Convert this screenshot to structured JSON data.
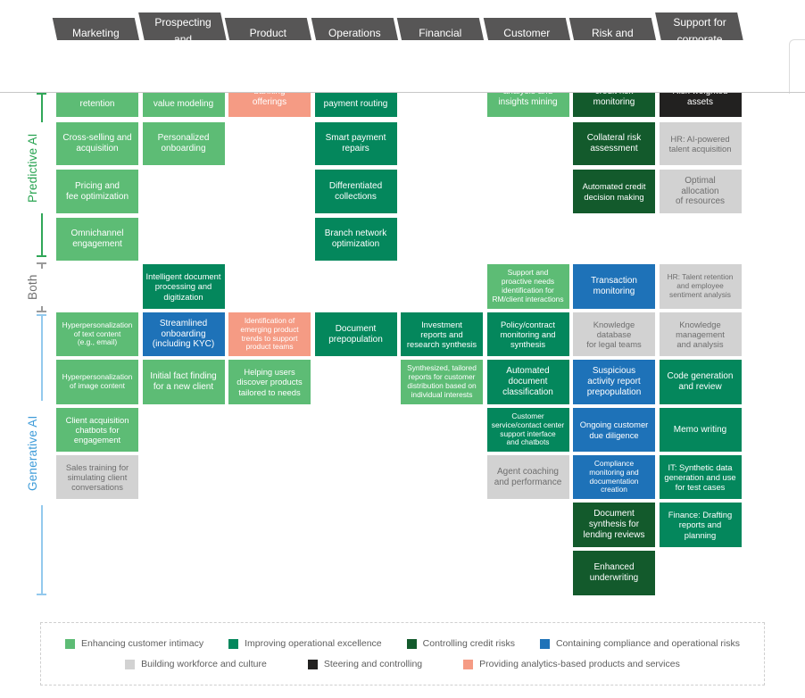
{
  "header": {
    "tabs": [
      {
        "label": "Marketing"
      },
      {
        "label": "Prospecting",
        "label2": "and",
        "tall": true
      },
      {
        "label": "Product"
      },
      {
        "label": "Operations"
      },
      {
        "label": "Financial"
      },
      {
        "label": "Customer"
      },
      {
        "label": "Risk and"
      },
      {
        "label": "Support for",
        "label2": "corporate",
        "tall": true
      }
    ]
  },
  "sections": [
    {
      "label": "Predictive AI"
    },
    {
      "label": "Both"
    },
    {
      "label": "Generative AI"
    }
  ],
  "palette": {
    "green": "#5dbc75",
    "teal": "#04875c",
    "forest": "#135a2c",
    "blue": "#1e72b8",
    "gray": "#d2d2d2",
    "black": "#222120",
    "salmon": "#f59b84",
    "tab_gray": "#575656"
  },
  "matrix": {
    "cells": [
      {
        "row": "A",
        "col": 0,
        "text": "retention",
        "color": "green",
        "clip": 1
      },
      {
        "row": "A",
        "col": 1,
        "text": "value modeling",
        "color": "green",
        "clip": 1
      },
      {
        "row": "A",
        "col": 2,
        "text": "banking\nofferings",
        "color": "salmon",
        "clip": 2
      },
      {
        "row": "A",
        "col": 3,
        "text": "payment routing",
        "color": "teal",
        "clip": 1
      },
      {
        "row": "A",
        "col": 5,
        "text": "analysis and\ninsights mining",
        "color": "green",
        "clip": 2
      },
      {
        "row": "A",
        "col": 6,
        "text": "credit risk\nmonitoring",
        "color": "forest",
        "clip": 2
      },
      {
        "row": "A",
        "col": 7,
        "text": "Risk weighted\nassets",
        "color": "black",
        "clip": 2
      },
      {
        "row": "B",
        "col": 0,
        "text": "Cross-selling and\nacquisition",
        "color": "green"
      },
      {
        "row": "B",
        "col": 1,
        "text": "Personalized\nonboarding",
        "color": "green"
      },
      {
        "row": "B",
        "col": 3,
        "text": "Smart payment\nrepairs",
        "color": "teal"
      },
      {
        "row": "B",
        "col": 6,
        "text": "Collateral risk\nassessment",
        "color": "forest"
      },
      {
        "row": "B",
        "col": 7,
        "text": "HR: AI-powered\ntalent acquisition",
        "color": "gray",
        "size": "md"
      },
      {
        "row": "C",
        "col": 0,
        "text": "Pricing and\nfee optimization",
        "color": "green"
      },
      {
        "row": "C",
        "col": 3,
        "text": "Differentiated\ncollections",
        "color": "teal"
      },
      {
        "row": "C",
        "col": 6,
        "text": "Automated credit\ndecision making",
        "color": "forest",
        "size": "md"
      },
      {
        "row": "C",
        "col": 7,
        "text": "Optimal\nallocation\nof resources",
        "color": "gray"
      },
      {
        "row": "D",
        "col": 0,
        "text": "Omnichannel\nengagement",
        "color": "green"
      },
      {
        "row": "D",
        "col": 3,
        "text": "Branch network\noptimization",
        "color": "teal"
      },
      {
        "row": "E",
        "col": 1,
        "text": "Intelligent document\nprocessing and\ndigitization",
        "color": "teal",
        "size": "md"
      },
      {
        "row": "E",
        "col": 5,
        "text": "Support and\nproactive needs\nidentification for\nRM/client interactions",
        "color": "green",
        "size": "sm"
      },
      {
        "row": "E",
        "col": 6,
        "text": "Transaction\nmonitoring",
        "color": "blue"
      },
      {
        "row": "E",
        "col": 7,
        "text": "HR: Talent retention\nand employee\nsentiment analysis",
        "color": "gray",
        "size": "sm"
      },
      {
        "row": "F",
        "col": 0,
        "text": "Hyperpersonalization\nof text content\n(e.g., email)",
        "color": "green",
        "size": "sm"
      },
      {
        "row": "F",
        "col": 1,
        "text": "Streamlined\nonboarding\n(including KYC)",
        "color": "blue"
      },
      {
        "row": "F",
        "col": 2,
        "text": "Identification of\nemerging product\ntrends to support\nproduct teams",
        "color": "salmon",
        "size": "sm"
      },
      {
        "row": "F",
        "col": 3,
        "text": "Document\nprepopulation",
        "color": "teal"
      },
      {
        "row": "F",
        "col": 4,
        "text": "Investment\nreports and\nresearch synthesis",
        "color": "teal",
        "size": "md"
      },
      {
        "row": "F",
        "col": 5,
        "text": "Policy/contract\nmonitoring and\nsynthesis",
        "color": "teal",
        "size": "md"
      },
      {
        "row": "F",
        "col": 6,
        "text": "Knowledge\ndatabase\nfor legal teams",
        "color": "gray",
        "size": "md"
      },
      {
        "row": "F",
        "col": 7,
        "text": "Knowledge\nmanagement\nand analysis",
        "color": "gray",
        "size": "md"
      },
      {
        "row": "G",
        "col": 0,
        "text": "Hyperpersonalization\nof image content",
        "color": "green",
        "size": "sm"
      },
      {
        "row": "G",
        "col": 1,
        "text": "Initial fact finding\nfor a new client",
        "color": "green"
      },
      {
        "row": "G",
        "col": 2,
        "text": "Helping users\ndiscover products\ntailored to needs",
        "color": "green",
        "size": "md"
      },
      {
        "row": "G",
        "col": 4,
        "text": "Synthesized, tailored\nreports for customer\ndistribution based on\nindividual interests",
        "color": "green",
        "size": "sm"
      },
      {
        "row": "G",
        "col": 5,
        "text": "Automated\ndocument\nclassification",
        "color": "teal"
      },
      {
        "row": "G",
        "col": 6,
        "text": "Suspicious\nactivity report\nprepopulation",
        "color": "blue"
      },
      {
        "row": "G",
        "col": 7,
        "text": "Code generation\nand review",
        "color": "teal"
      },
      {
        "row": "H",
        "col": 0,
        "text": "Client acquisition\nchatbots for\nengagement",
        "color": "green",
        "size": "md"
      },
      {
        "row": "H",
        "col": 5,
        "text": "Customer\nservice/contact center\nsupport interface\nand chatbots",
        "color": "teal",
        "size": "sm"
      },
      {
        "row": "H",
        "col": 6,
        "text": "Ongoing customer\ndue diligence",
        "color": "blue",
        "size": "md"
      },
      {
        "row": "H",
        "col": 7,
        "text": "Memo writing",
        "color": "teal"
      },
      {
        "row": "I",
        "col": 0,
        "text": "Sales training for\nsimulating client\nconversations",
        "color": "gray",
        "size": "md"
      },
      {
        "row": "I",
        "col": 5,
        "text": "Agent coaching\nand performance",
        "color": "gray"
      },
      {
        "row": "I",
        "col": 6,
        "text": "Compliance\nmonitoring and\ndocumentation\ncreation",
        "color": "blue",
        "size": "sm"
      },
      {
        "row": "I",
        "col": 7,
        "text": "IT: Synthetic data\ngeneration and use\nfor test cases",
        "color": "teal",
        "size": "md"
      },
      {
        "row": "J",
        "col": 6,
        "text": "Document\nsynthesis for\nlending reviews",
        "color": "forest"
      },
      {
        "row": "J",
        "col": 7,
        "text": "Finance: Drafting\nreports and\nplanning",
        "color": "teal",
        "size": "md"
      },
      {
        "row": "K",
        "col": 6,
        "text": "Enhanced\nunderwriting",
        "color": "forest"
      }
    ]
  },
  "legend": {
    "rows": [
      [
        {
          "label": "Enhancing customer intimacy",
          "color": "green"
        },
        {
          "label": "Improving operational excellence",
          "color": "teal"
        },
        {
          "label": "Controlling credit risks",
          "color": "forest"
        },
        {
          "label": "Containing compliance and operational risks",
          "color": "blue"
        }
      ],
      [
        {
          "label": "Building workforce and culture",
          "color": "gray"
        },
        {
          "label": "Steering and controlling",
          "color": "black"
        },
        {
          "label": "Providing analytics-based products and services",
          "color": "salmon"
        }
      ]
    ]
  }
}
